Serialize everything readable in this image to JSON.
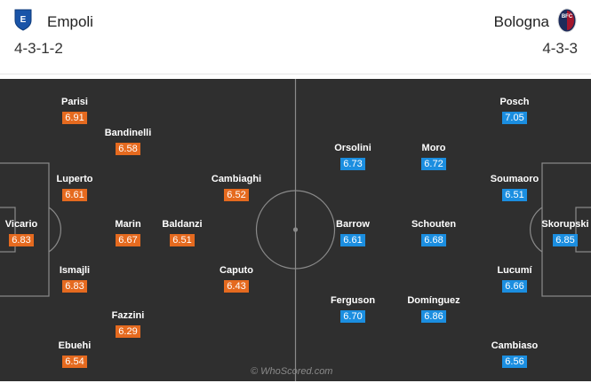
{
  "home": {
    "name": "Empoli",
    "formation": "4-3-1-2",
    "crest_color": "#1a54a8",
    "rating_color": "#e56a1f",
    "players": [
      {
        "name": "Parisi",
        "rating": "6.91"
      },
      {
        "name": "Bandinelli",
        "rating": "6.58"
      },
      {
        "name": "Luperto",
        "rating": "6.61"
      },
      {
        "name": "Cambiaghi",
        "rating": "6.52"
      },
      {
        "name": "Vicario",
        "rating": "6.83"
      },
      {
        "name": "Marin",
        "rating": "6.67"
      },
      {
        "name": "Baldanzi",
        "rating": "6.51"
      },
      {
        "name": "Ismajli",
        "rating": "6.83"
      },
      {
        "name": "Caputo",
        "rating": "6.43"
      },
      {
        "name": "Fazzini",
        "rating": "6.29"
      },
      {
        "name": "Ebuehi",
        "rating": "6.54"
      }
    ]
  },
  "away": {
    "name": "Bologna",
    "formation": "4-3-3",
    "crest_colors": [
      "#a3162c",
      "#1c2b5a"
    ],
    "rating_color": "#1b8ee0",
    "players": [
      {
        "name": "Posch",
        "rating": "7.05"
      },
      {
        "name": "Orsolini",
        "rating": "6.73"
      },
      {
        "name": "Moro",
        "rating": "6.72"
      },
      {
        "name": "Soumaoro",
        "rating": "6.51"
      },
      {
        "name": "Barrow",
        "rating": "6.61"
      },
      {
        "name": "Schouten",
        "rating": "6.68"
      },
      {
        "name": "Skorupski",
        "rating": "6.85"
      },
      {
        "name": "Lucumí",
        "rating": "6.66"
      },
      {
        "name": "Ferguson",
        "rating": "6.70"
      },
      {
        "name": "Domínguez",
        "rating": "6.86"
      },
      {
        "name": "Cambiaso",
        "rating": "6.56"
      }
    ]
  },
  "watermark": "© WhoScored.com"
}
